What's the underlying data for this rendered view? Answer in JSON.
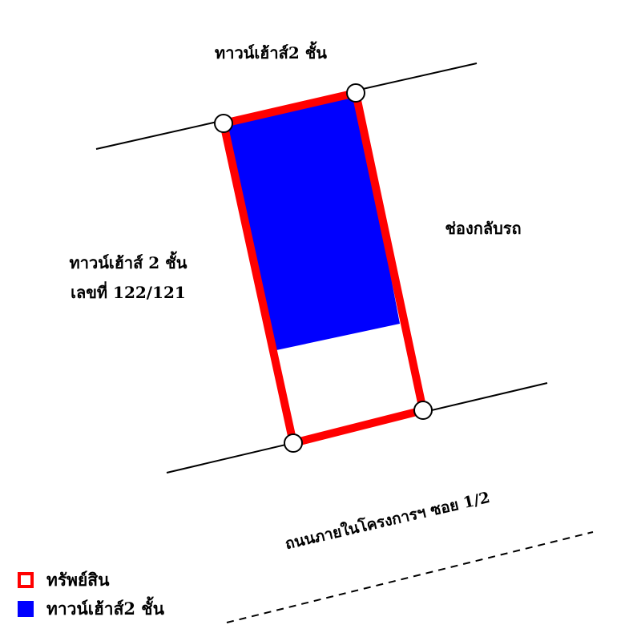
{
  "labels": {
    "top_neighbor": "ทาวน์เฮ้าส์2 ชั้น",
    "left_neighbor_line1": "ทาวน์เฮ้าส์ 2 ชั้น",
    "left_neighbor_line2": "เลขที่ 122/121",
    "right_side": "ช่องกลับรถ",
    "road": "ถนนภายในโครงการฯ ซอย 1/2"
  },
  "legend": {
    "items": [
      {
        "label": "ทรัพย์สิน",
        "color": "#ff0000",
        "style": "outline"
      },
      {
        "label": "ทาวน์เฮ้าส์2 ชั้น",
        "color": "#0000ff",
        "style": "fill"
      }
    ]
  },
  "colors": {
    "property_outline": "#ff0000",
    "townhouse_fill": "#0000ff",
    "boundary_lines": "#000000",
    "corner_markers": "#ffffff"
  }
}
